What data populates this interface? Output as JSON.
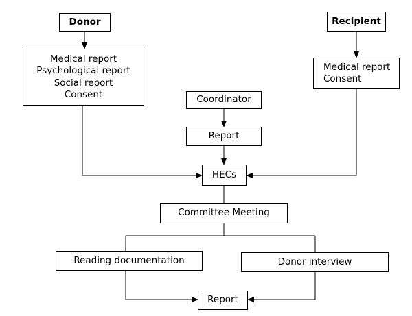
{
  "donor": {
    "title": "Donor",
    "items": [
      "Medical report",
      "Psychological report",
      "Social report",
      "Consent"
    ]
  },
  "recipient": {
    "title": "Recipient",
    "items": [
      "Medical report",
      "Consent"
    ]
  },
  "coordinator": {
    "title": "Coordinator",
    "report": "Report"
  },
  "hecs": "HECs",
  "committee": "Committee Meeting",
  "reading": "Reading documentation",
  "interview": "Donor interview",
  "final_report": "Report"
}
